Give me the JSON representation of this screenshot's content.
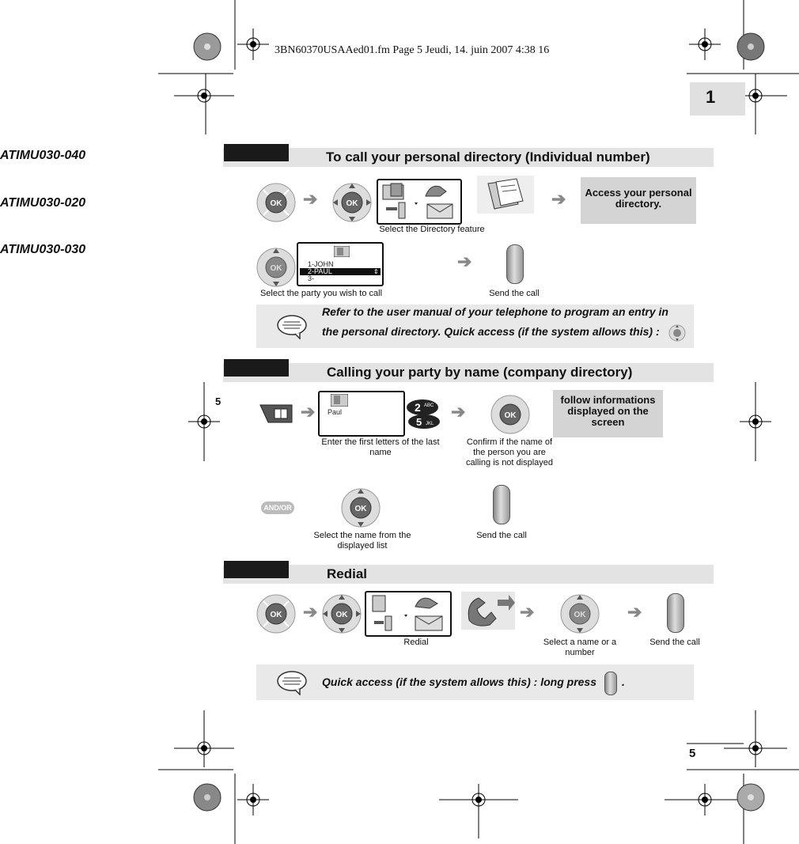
{
  "print_header": "3BN60370USAAed01.fm  Page 5  Jeudi, 14. juin 2007  4:38 16",
  "chapter_tab": "1",
  "side_refs": [
    "ATIMU030-040",
    "ATIMU030-020",
    "ATIMU030-030"
  ],
  "section1": {
    "title": "To call your personal directory (Individual number)",
    "cap_directory_feature": "Select the Directory feature",
    "access_box": "Access your personal directory.",
    "list_items": [
      "1-JOHN",
      "2-PAUL",
      "3-"
    ],
    "cap_select_party": "Select the party you wish to call",
    "cap_send_call": "Send the call",
    "note_line1": "Refer to the user manual of your telephone to program an entry in",
    "note_line2": "the personal directory. Quick access (if the system allows this) :"
  },
  "section2": {
    "title": "Calling your party by name (company directory)",
    "screen_name": "Paul",
    "cap_enter_letters": "Enter the first letters of the last name",
    "cap_confirm": "Confirm if the name of the person you are calling is not displayed",
    "info_box": "follow informations displayed on the screen",
    "and_or": "AND/OR",
    "cap_select_name": "Select the name from the displayed list",
    "cap_send_call": "Send the call"
  },
  "section3": {
    "title": "Redial",
    "cap_redial": "Redial",
    "cap_select_name": "Select a name or a number",
    "cap_send_call": "Send the call",
    "note_line": "Quick access  (if the system allows this) : long press",
    "note_end": "."
  },
  "margin_page_number": "5",
  "page_number": "5",
  "ok_label": "OK",
  "key_labels": [
    "ABC",
    "JKL"
  ],
  "key_digits": [
    "2",
    "5"
  ]
}
